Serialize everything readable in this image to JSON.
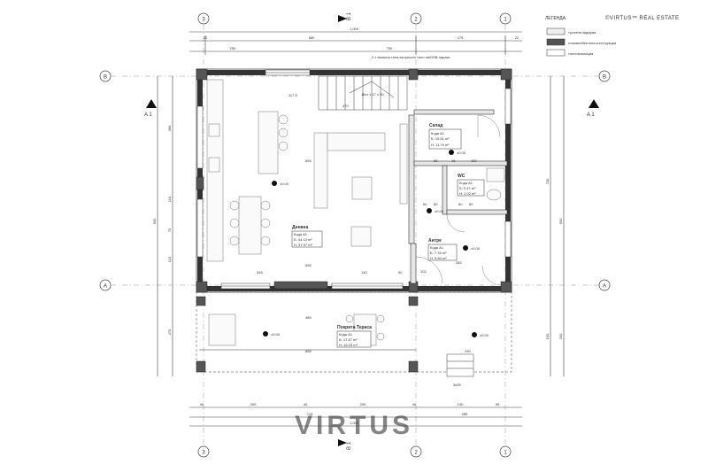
{
  "brand": "©VIRTUS™ REAL ESTATE",
  "watermark": "VIRTUS",
  "legend": {
    "title": "ЛЕГЕНДА:",
    "items": [
      {
        "label": "тухлена зидария",
        "color": "#eeeeee"
      },
      {
        "label": "стоманобетонна конструкция",
        "color": "#555555"
      },
      {
        "label": "топлоизолация",
        "color": "#ffffff"
      }
    ]
  },
  "axes": {
    "top": [
      "3",
      "2",
      "1"
    ],
    "bottom": [
      "3",
      "2",
      "1"
    ],
    "left": [
      "B",
      "A"
    ],
    "right": [
      "B",
      "A"
    ]
  },
  "sections": {
    "a": "A 1",
    "b": "B 1"
  },
  "note": "2 x външни тела вътрешно\nтяло на/DSB нараки",
  "stair_label": "18ст x 17 x 30",
  "dims": {
    "top1": [
      "22",
      "680",
      "275",
      "22"
    ],
    "top_total": "1,000",
    "top2": [
      "250",
      "750"
    ],
    "bottom1": [
      "40",
      "290",
      "40",
      "290",
      "40",
      "130",
      "95"
    ],
    "bottom2": [
      "715",
      "285"
    ],
    "bottom_total": "1,000",
    "left_total": "950",
    "left_parts": [
      "360",
      "110",
      "70",
      "110",
      "270"
    ],
    "right_total": "950",
    "right_parts": [
      "700",
      "480",
      "160",
      "250"
    ]
  },
  "rooms": [
    {
      "name": "Дневна",
      "area_label": "Кода А1",
      "area1": "Б: 44.13 m²",
      "area2": "Н: 37.97 m²"
    },
    {
      "name": "Склад",
      "area_label": "Кода А1",
      "area1": "Б: 15.51 m²",
      "area2": "Н: 11.79 m²"
    },
    {
      "name": "WC",
      "area_label": "Кода А1",
      "area1": "Б: 2.47 m²",
      "area2": "Н: 2.02 m²"
    },
    {
      "name": "Антре",
      "area_label": "Кода А1",
      "area1": "Б: 7.78 m²",
      "area2": "Н: 5.84 m²"
    },
    {
      "name": "Покрита Тераса",
      "area_label": "Кода А1",
      "area1": "Б: 17.47 m²",
      "area2": "Н: 15.03 m²"
    }
  ],
  "levels": [
    "±0.00",
    "±0.00",
    "±0.00",
    "±0.00",
    "±0.00",
    "±0.00"
  ],
  "inner_dims": [
    "117.5",
    "655",
    "655",
    "345",
    "140",
    "90",
    "470",
    "85",
    "15",
    "152",
    "60",
    "80",
    "10",
    "80",
    "60",
    "102",
    "282",
    "485",
    "665",
    "290",
    "3x35",
    "480"
  ]
}
